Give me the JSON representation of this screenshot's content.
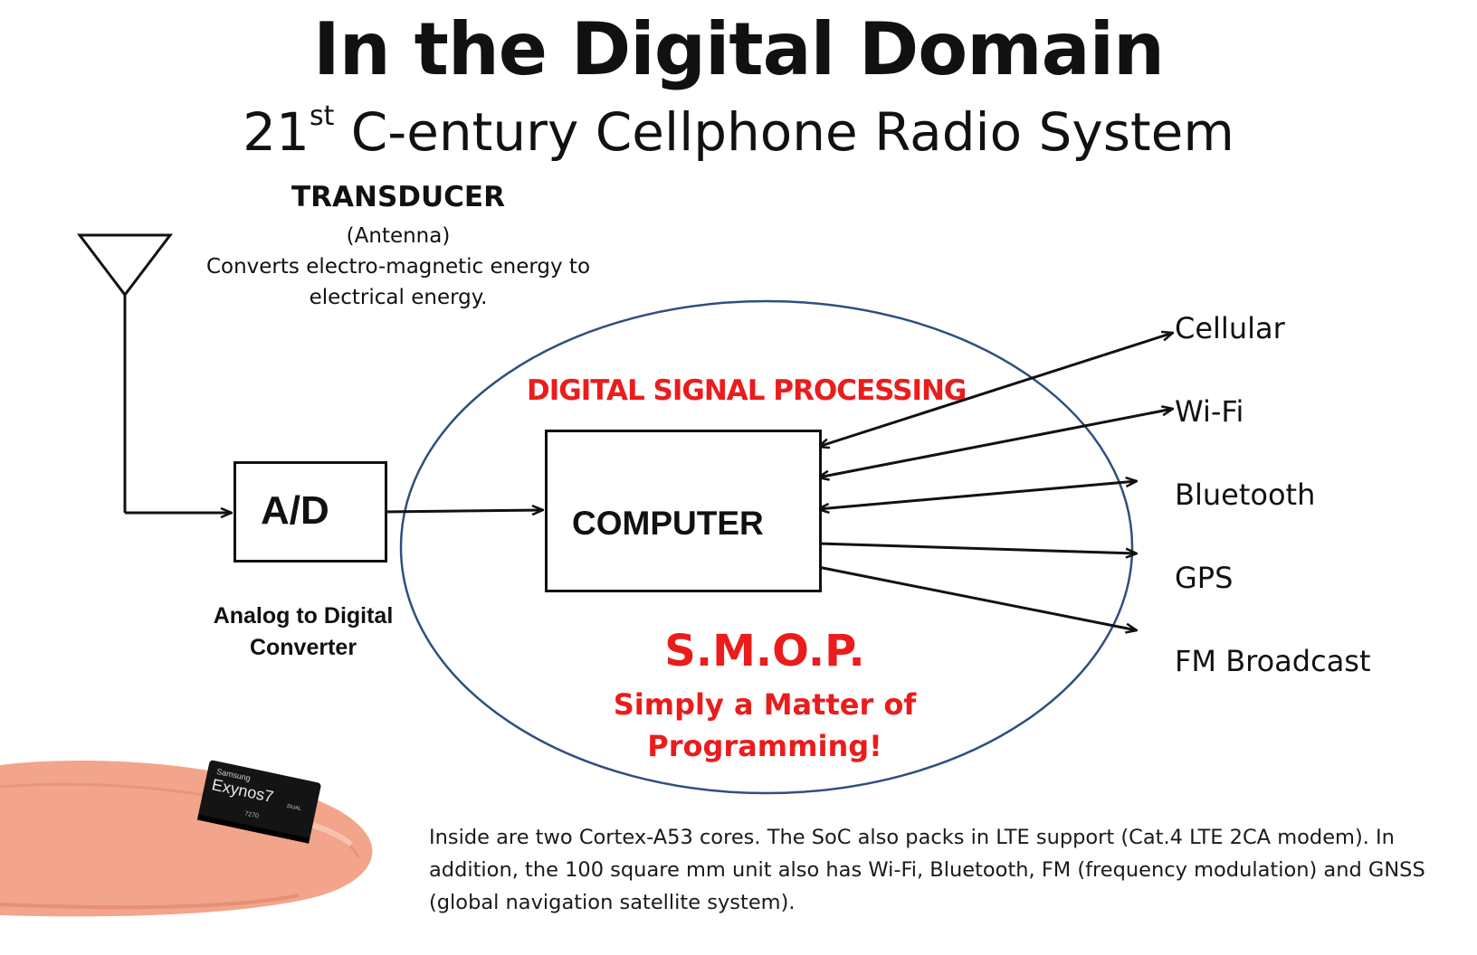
{
  "title": "In the Digital Domain",
  "subtitle": {
    "prefix": "21",
    "superscript": "st",
    "rest": " C-entury Cellphone Radio System"
  },
  "transducer": {
    "heading": "TRANSDUCER",
    "lines": [
      "(Antenna)",
      "Converts electro-magnetic energy to",
      "electrical energy."
    ]
  },
  "ad_converter": {
    "box_label": "A/D",
    "caption_lines": [
      "Analog to Digital",
      "Converter"
    ]
  },
  "dsp": {
    "label": "DIGITAL SIGNAL PROCESSING",
    "computer_label": "COMPUTER"
  },
  "smop": {
    "title": "S.M.O.P.",
    "lines": [
      "Simply a Matter of",
      "Programming!"
    ]
  },
  "outputs": [
    "Cellular",
    "Wi-Fi",
    "Bluetooth",
    "GPS",
    "FM Broadcast"
  ],
  "chip": {
    "brand": "Samsung",
    "name": "Exynos7",
    "variant": "DUAL",
    "model": "7270"
  },
  "caption": "Inside are two Cortex-A53 cores. The SoC also packs in LTE support (Cat.4 LTE 2CA modem). In addition, the 100 square mm unit also has Wi-Fi, Bluetooth, FM (frequency modulation) and GNSS (global navigation satellite system).",
  "colors": {
    "accent_red": "#ea1c1c",
    "ellipse_stroke": "#2f4f7f",
    "skin": "#f2a58a"
  }
}
